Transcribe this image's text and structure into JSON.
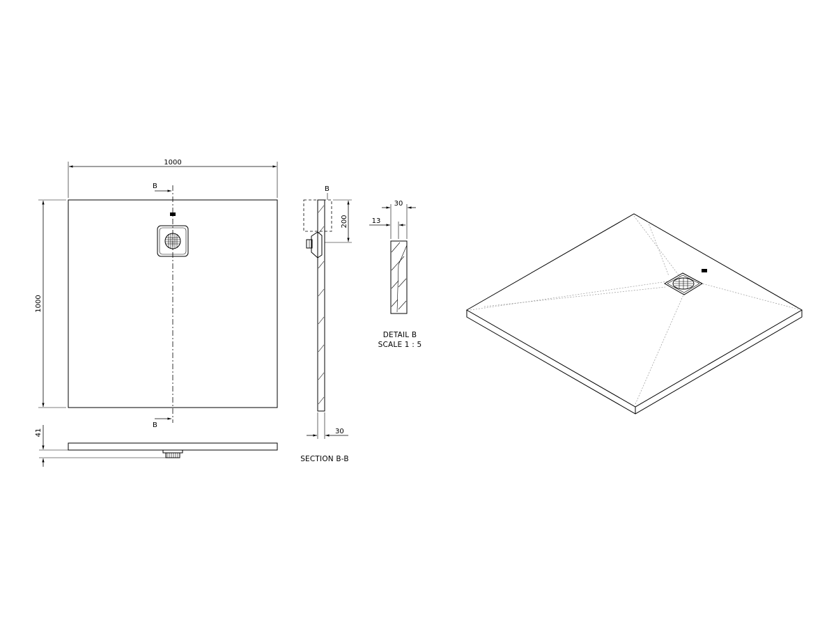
{
  "plan": {
    "width_label": "1000",
    "height_label": "1000",
    "section_mark_top": "B",
    "section_mark_bottom": "B"
  },
  "side": {
    "thickness_label": "41"
  },
  "section": {
    "detail_mark": "B",
    "height_label": "200",
    "thickness_label": "30",
    "caption": "SECTION B-B"
  },
  "detail": {
    "width_label": "30",
    "inset_label": "13",
    "caption_line1": "DETAIL B",
    "caption_line2": "SCALE 1 : 5"
  }
}
